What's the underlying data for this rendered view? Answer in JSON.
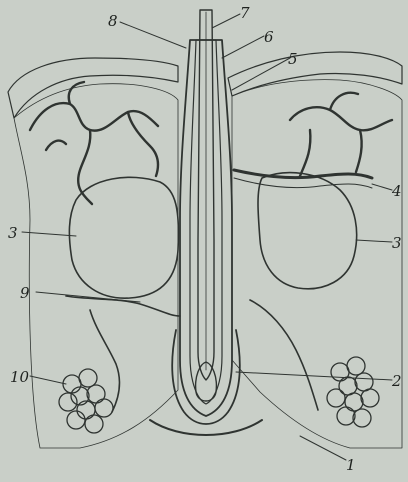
{
  "labels": {
    "l1": "1",
    "l2": "2",
    "l3_left": "3",
    "l3_right": "3",
    "l4": "4",
    "l5": "5",
    "l6": "6",
    "l7": "7",
    "l8": "8",
    "l9": "9",
    "l10": "10"
  },
  "colors": {
    "background": "#c9cfc8",
    "ink": "#2f3431"
  }
}
